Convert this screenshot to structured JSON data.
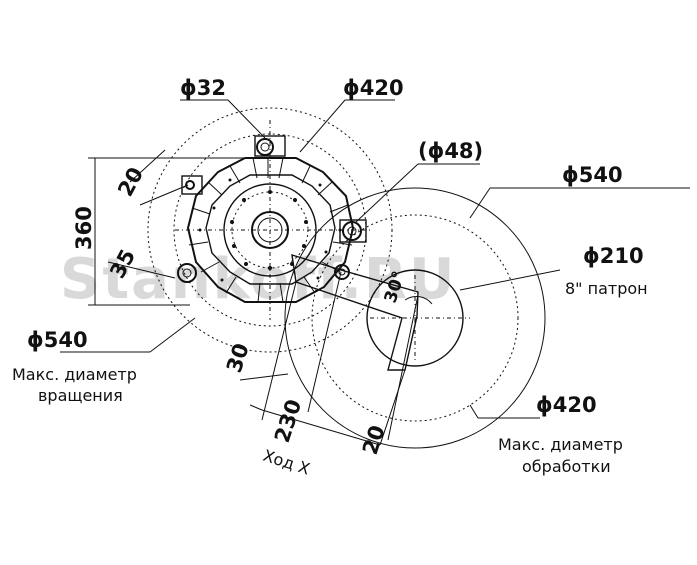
{
  "dimensions": {
    "phi32": "ϕ32",
    "phi420_top": "ϕ420",
    "phi48": "(ϕ48)",
    "phi540_right": "ϕ540",
    "phi210": "ϕ210",
    "d20_top": "20",
    "d360": "360",
    "d35": "35",
    "phi540_left": "ϕ540",
    "d30_angle": "30°",
    "d30_bottom": "30",
    "d230": "230",
    "d20_bottom": "20",
    "phi420_bottom": "ϕ420"
  },
  "labels": {
    "chuck": "8\" патрон",
    "max_rotation_line1": "Макс. диаметр",
    "max_rotation_line2": "вращения",
    "max_machining_line1": "Макс. диаметр",
    "max_machining_line2": "обработки",
    "x_travel": "Ход X"
  },
  "watermark": "Stankoff.RU"
}
